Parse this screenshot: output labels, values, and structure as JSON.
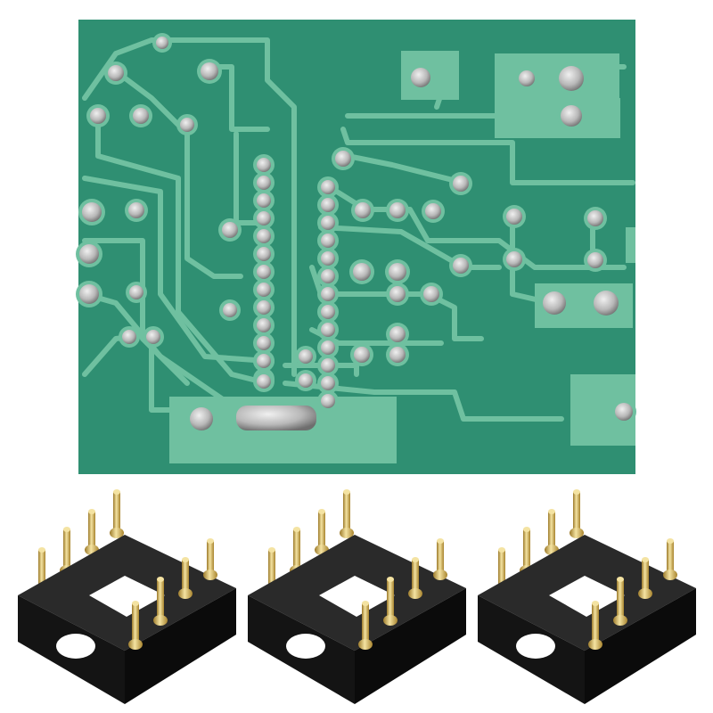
{
  "scene": {
    "photo_subject": "pcb-and-dip-sockets",
    "colors": {
      "background": "#ffffff",
      "board": "#2f8f72",
      "board_dark": "#257a60",
      "copper_trace": "#6fc0a0",
      "solder": "#c9c9c9",
      "solder_dark": "#8a8a8a",
      "socket_body": "#141414",
      "socket_edge": "#2a2a2a",
      "pin_gold": "#d8b658",
      "pin_highlight": "#f4e3a2"
    },
    "socket_count": 3,
    "pins_per_socket": 8
  }
}
